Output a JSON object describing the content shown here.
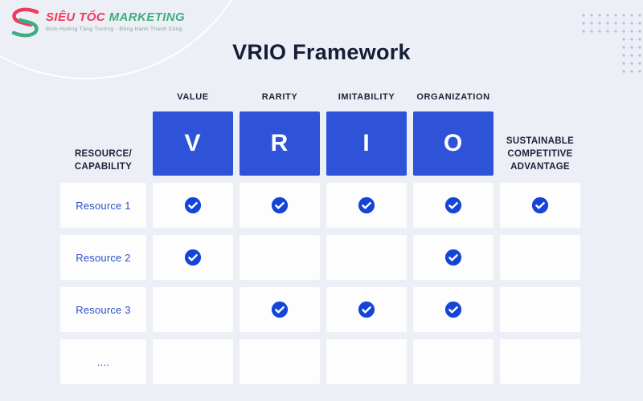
{
  "logo": {
    "brand_primary": "SIÊU TỐC",
    "brand_secondary": "MARKETING",
    "tagline": "Định Hướng Tăng Trưởng - Đồng Hành Thành Công"
  },
  "title": "VRIO Framework",
  "table": {
    "column_headers": [
      "VALUE",
      "RARITY",
      "IMITABILITY",
      "ORGANIZATION"
    ],
    "letters": [
      "V",
      "R",
      "I",
      "O"
    ],
    "row_header": [
      "RESOURCE/",
      "CAPABILITY"
    ],
    "outcome_header": [
      "SUSTAINABLE",
      "COMPETITIVE",
      "ADVANTAGE"
    ],
    "rows": [
      {
        "label": "Resource 1",
        "checks": [
          true,
          true,
          true,
          true,
          true
        ]
      },
      {
        "label": "Resource 2",
        "checks": [
          true,
          false,
          false,
          true,
          false
        ]
      },
      {
        "label": "Resource 3",
        "checks": [
          false,
          true,
          true,
          true,
          false
        ]
      },
      {
        "label": "....",
        "checks": [
          false,
          false,
          false,
          false,
          false
        ]
      }
    ]
  },
  "colors": {
    "box_blue": "#2E53D9",
    "check_blue": "#1545D6",
    "label_blue": "#2B50CA",
    "heading": "#161E36",
    "background": "#EDEFF6",
    "brand_red": "#EE3C5E",
    "brand_green": "#3FAE7E"
  }
}
